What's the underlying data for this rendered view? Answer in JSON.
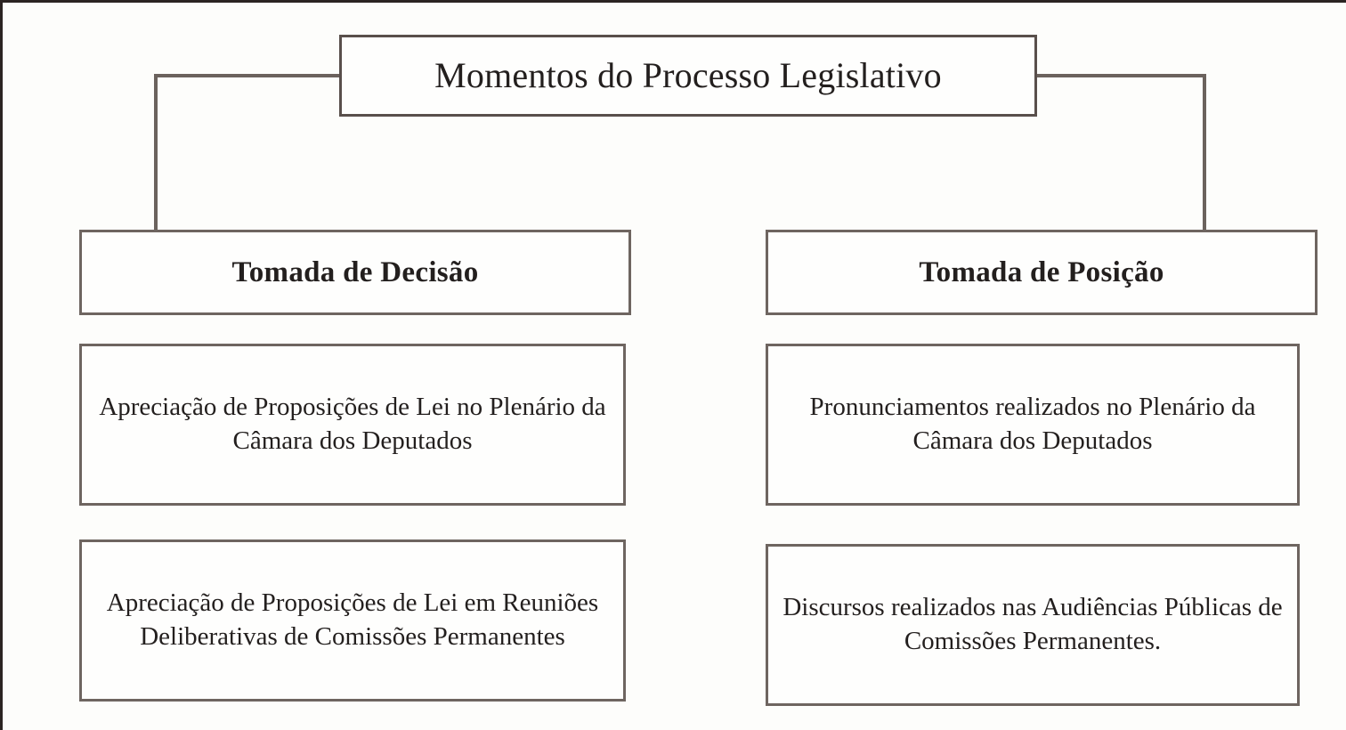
{
  "diagram": {
    "type": "hierarchy-tree",
    "language": "pt-BR",
    "root": {
      "title": "Momentos do Processo Legislativo"
    },
    "branches": [
      {
        "id": "tomada-de-decisao",
        "header": "Tomada de Decisão",
        "items": [
          "Apreciação de Proposições de Lei no Plenário da Câmara dos Deputados",
          "Apreciação de Proposições de Lei em Reuniões Deliberativas de Comissões Permanentes"
        ]
      },
      {
        "id": "tomada-de-posicao",
        "header": "Tomada de Posição",
        "items": [
          "Pronunciamentos realizados no Plenário da Câmara dos Deputados",
          "Discursos realizados nas Audiências Públicas de Comissões Permanentes."
        ]
      }
    ],
    "colors": {
      "background": "#fdfdfb",
      "box_fill": "#fefefd",
      "box_border": "#6e6560",
      "connector": "#6b625d",
      "text": "#231f1e",
      "canvas_edge": "#2b2422"
    }
  }
}
